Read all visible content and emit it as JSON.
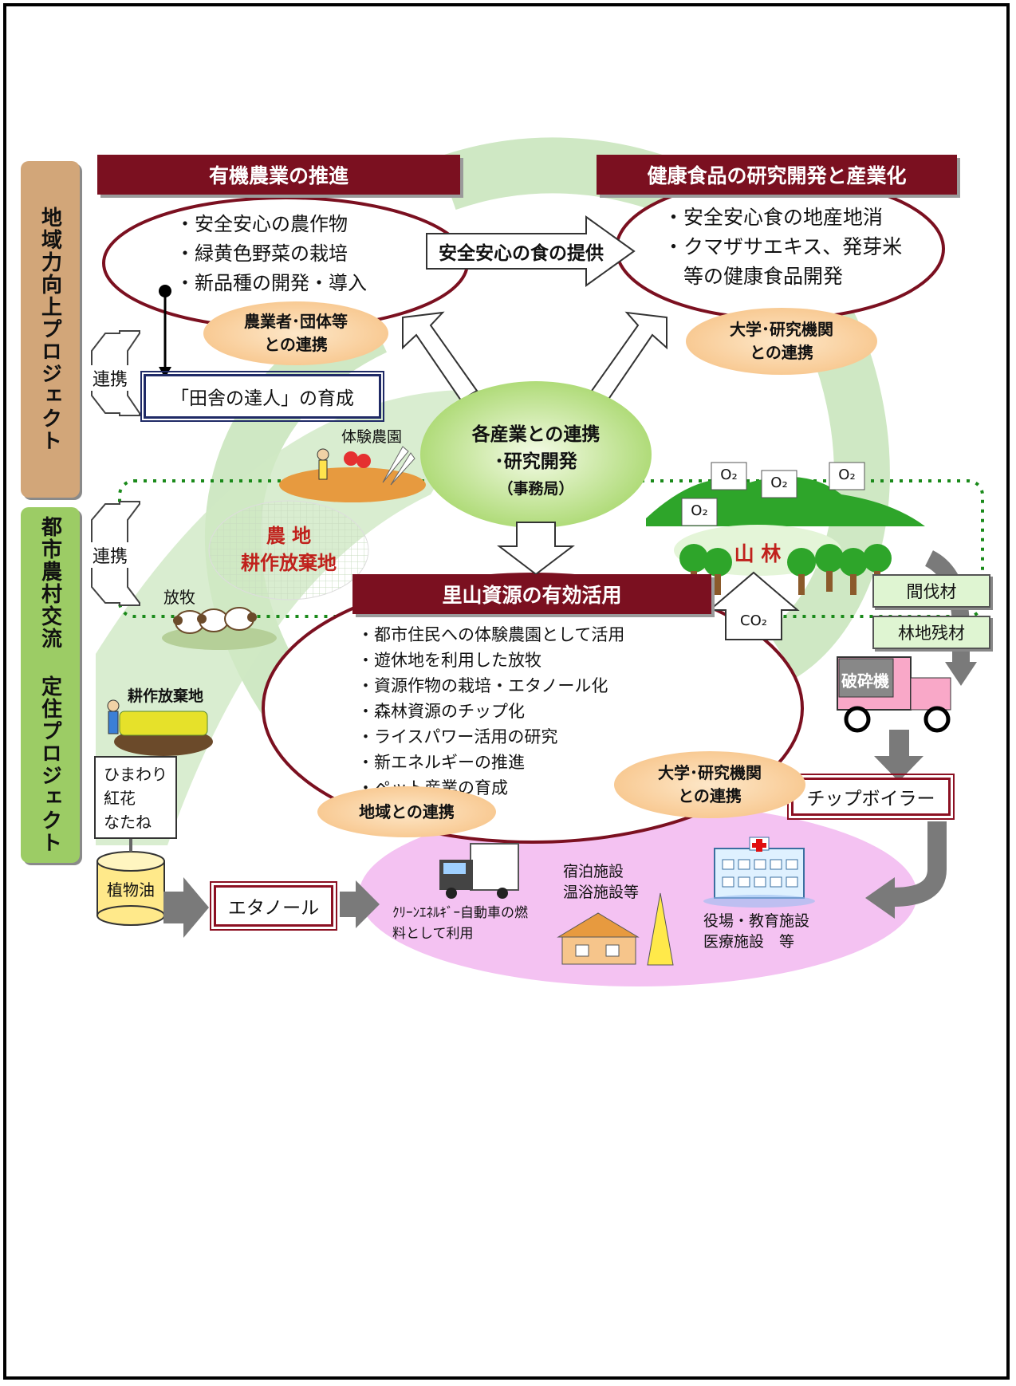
{
  "side_labels": {
    "top": "地域力向上プロジェクト",
    "bottom": "都市農村交流 定住プロジェクト",
    "link_top": "連携",
    "link_bottom": "連携"
  },
  "organic": {
    "title": "有機農業の推進",
    "bullets": [
      "・安全安心の農作物",
      "・緑黄色野菜の栽培",
      "・新品種の開発・導入"
    ],
    "bubble": [
      "農業者･団体等",
      "との連携"
    ]
  },
  "health": {
    "title": "健康食品の研究開発と産業化",
    "bullets": [
      "・安全安心食の地産地消",
      "・クマザサエキス、発芽米",
      "　等の健康食品開発"
    ],
    "bubble": [
      "大学･研究機関",
      "との連携"
    ]
  },
  "arrow_food": "安全安心の食の提供",
  "master": "「田舎の達人」の育成",
  "hub": [
    "各産業との連携",
    "･研究開発",
    "（事務局）"
  ],
  "farm_exp": "体験農園",
  "farmland": [
    "農 地",
    "耕作放棄地"
  ],
  "grazing": "放牧",
  "abandoned": "耕作放棄地",
  "crops": [
    "ひまわり",
    "紅花",
    "なたね"
  ],
  "oil": "植物油",
  "forest": "山 林",
  "o2": "O₂",
  "co2": "CO₂",
  "thinning": "間伐材",
  "residue": "林地残材",
  "crusher": "破砕機",
  "chip_boiler": "チップボイラー",
  "satoyama": {
    "title": "里山資源の有効活用",
    "bullets": [
      "・都市住民への体験農園として活用",
      "・遊休地を利用した放牧",
      "・資源作物の栽培・エタノール化",
      "・森林資源のチップ化",
      "・ライスパワー活用の研究",
      "・新エネルギーの推進",
      "・ペット産業の育成"
    ],
    "bubble_left": "地域との連携",
    "bubble_right": [
      "大学･研究機関",
      "との連携"
    ]
  },
  "ethanol": "エタノール",
  "clean_energy": [
    "ｸﾘｰﾝｴﾈﾙｷﾞｰ自動車の燃",
    "料として利用"
  ],
  "lodging": [
    "宿泊施設",
    "温浴施設等"
  ],
  "public": [
    "役場・教育施設",
    "医療施設　等"
  ],
  "colors": {
    "banner": "#7b1020",
    "tan_label": "#d2a679",
    "green_label": "#9ccc65",
    "loop_green": "#cfe8c4",
    "pink_zone": "#f2b8f0",
    "hub_green": "#a9d86e",
    "forest": "#3a9a2a"
  }
}
